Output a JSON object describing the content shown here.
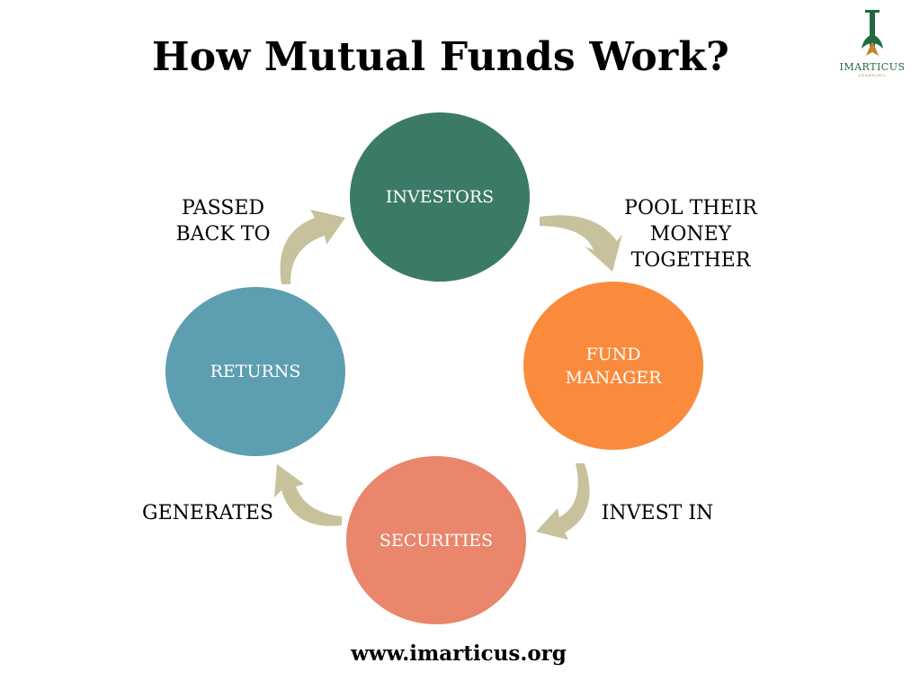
{
  "title": "How Mutual Funds Work?",
  "logo": {
    "name": "IMARTICUS",
    "sub": "LEARNING"
  },
  "nodes": {
    "investors": {
      "label": "INVESTORS",
      "color": "#3c7a68"
    },
    "fund_manager": {
      "line1": "FUND",
      "line2": "MANAGER",
      "color": "#fb8b3c"
    },
    "securities": {
      "label": "SECURITIES",
      "color": "#e9866b"
    },
    "returns": {
      "label": "RETURNS",
      "color": "#5e9eb1"
    }
  },
  "edges": {
    "pool": {
      "line1": "POOL THEIR MONEY",
      "line2": "TOGETHER"
    },
    "invest": {
      "label": "INVEST IN"
    },
    "generates": {
      "label": "GENERATES"
    },
    "passed": {
      "line1": "PASSED",
      "line2": "BACK TO"
    }
  },
  "arrow_color": "#c7c29c",
  "footer": "www.imarticus.org"
}
